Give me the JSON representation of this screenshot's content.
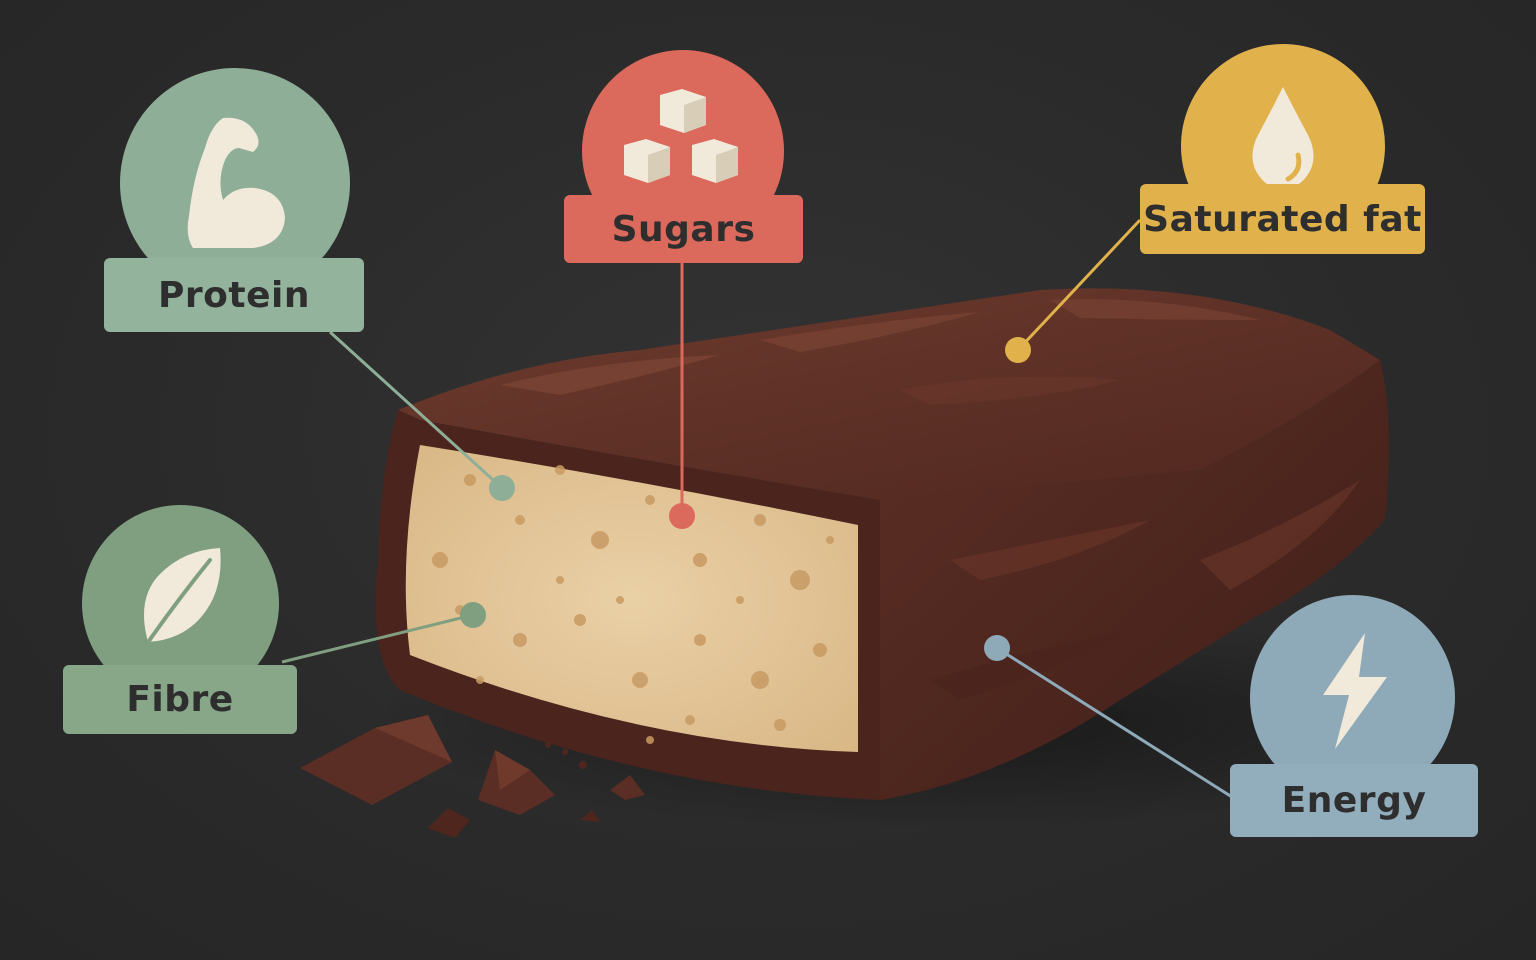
{
  "labels": {
    "protein": "Protein",
    "sugars": "Sugars",
    "saturated_fat": "Saturated fat",
    "fibre": "Fibre",
    "energy": "Energy"
  },
  "icons": {
    "protein": "flexed-arm-icon",
    "sugars": "sugar-cubes-icon",
    "saturated_fat": "oil-drop-icon",
    "fibre": "leaf-icon",
    "energy": "lightning-bolt-icon"
  },
  "colors": {
    "background": "#2b2b2b",
    "protein": "#8fae98",
    "sugars": "#dc6a5c",
    "saturated_fat": "#e1b24c",
    "fibre": "#809f80",
    "energy": "#8ea9b8",
    "chocolate": "#5a2e24",
    "filling": "#e6c699",
    "icon_fill": "#f1eadb"
  }
}
